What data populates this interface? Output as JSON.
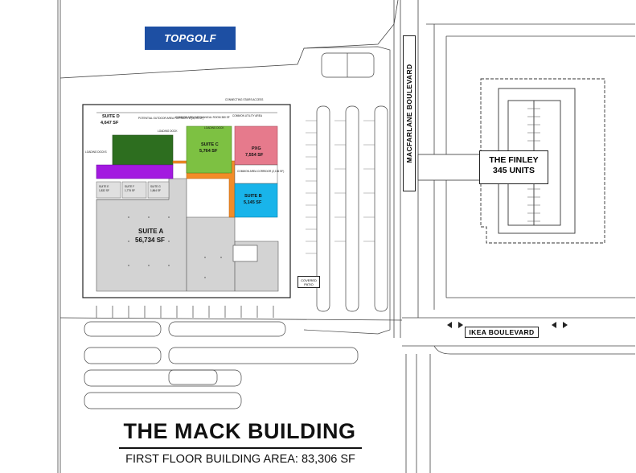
{
  "title": "THE MACK BUILDING",
  "subtitle": "FIRST FLOOR BUILDING AREA:  83,306 SF",
  "logo": {
    "text": "TOPGOLF",
    "color": "#1d4fa3"
  },
  "roads": {
    "macfarlane": "MACFARLANE BOULEVARD",
    "ikea": "IKEA BOULEVARD"
  },
  "finley": {
    "line1": "THE FINLEY",
    "line2": "345 UNITS"
  },
  "covered_patio": "COVERED PATIO",
  "suites": {
    "a": {
      "name": "SUITE A",
      "area": "56,734 SF",
      "color": "#d3d3d3"
    },
    "b": {
      "name": "SUITE B",
      "area": "5,145 SF",
      "color": "#19b4ea"
    },
    "c": {
      "name": "SUITE C",
      "area": "5,764 SF",
      "color": "#7dc142"
    },
    "d": {
      "name": "SUITE D",
      "area": "4,647 SF",
      "color": "#2d6e1f"
    },
    "pxg": {
      "name": "PXG",
      "area": "7,554 SF",
      "color": "#e67a8c"
    }
  },
  "small_suites": [
    {
      "name": "SUITE E",
      "area": "1,832 SF"
    },
    {
      "name": "SUITE F",
      "area": "1,775 SF"
    },
    {
      "name": "SUITE G",
      "area": "1,864 SF"
    }
  ],
  "colors": {
    "purple_corridor": "#a319e0",
    "orange_corridor": "#f28c28"
  },
  "notes": {
    "loading_docks_left": "LOADING DOCKS",
    "loading_dock_top": "LOADING DOCK",
    "loading_dock_mid": "LOADING DOCK",
    "common_mech": "COMMON AREA MECHANICAL ROOM 380 SF",
    "potential_outdoor": "POTENTIAL OUTDOOR AREA FOR SUITE D (4,075 SF)",
    "common_corridor": "COMMON AREA CORRIDOR (2,156 SF)",
    "common_utility": "COMMON UTILITY AREA",
    "connecting_stairs": "CONNECTING STAIRS ACCESS"
  }
}
